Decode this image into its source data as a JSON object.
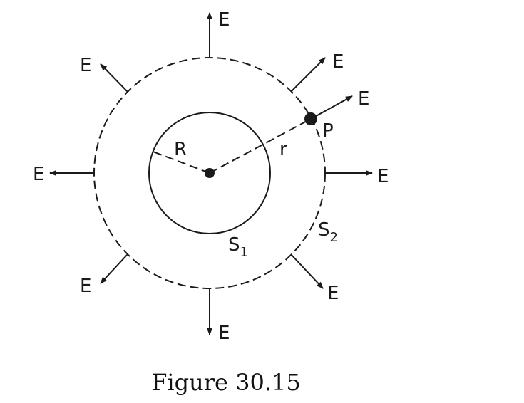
{
  "diagram": {
    "field_label": "E",
    "inner_radius_label": "R",
    "outer_radius_label": "r",
    "point_label": "P",
    "inner_surface_label": "S",
    "inner_surface_subscript": "1",
    "outer_surface_label": "S",
    "outer_surface_subscript": "2"
  },
  "caption": "Figure 30.15",
  "colors": {
    "ink": "#1a1a1a",
    "background": "#ffffff"
  }
}
